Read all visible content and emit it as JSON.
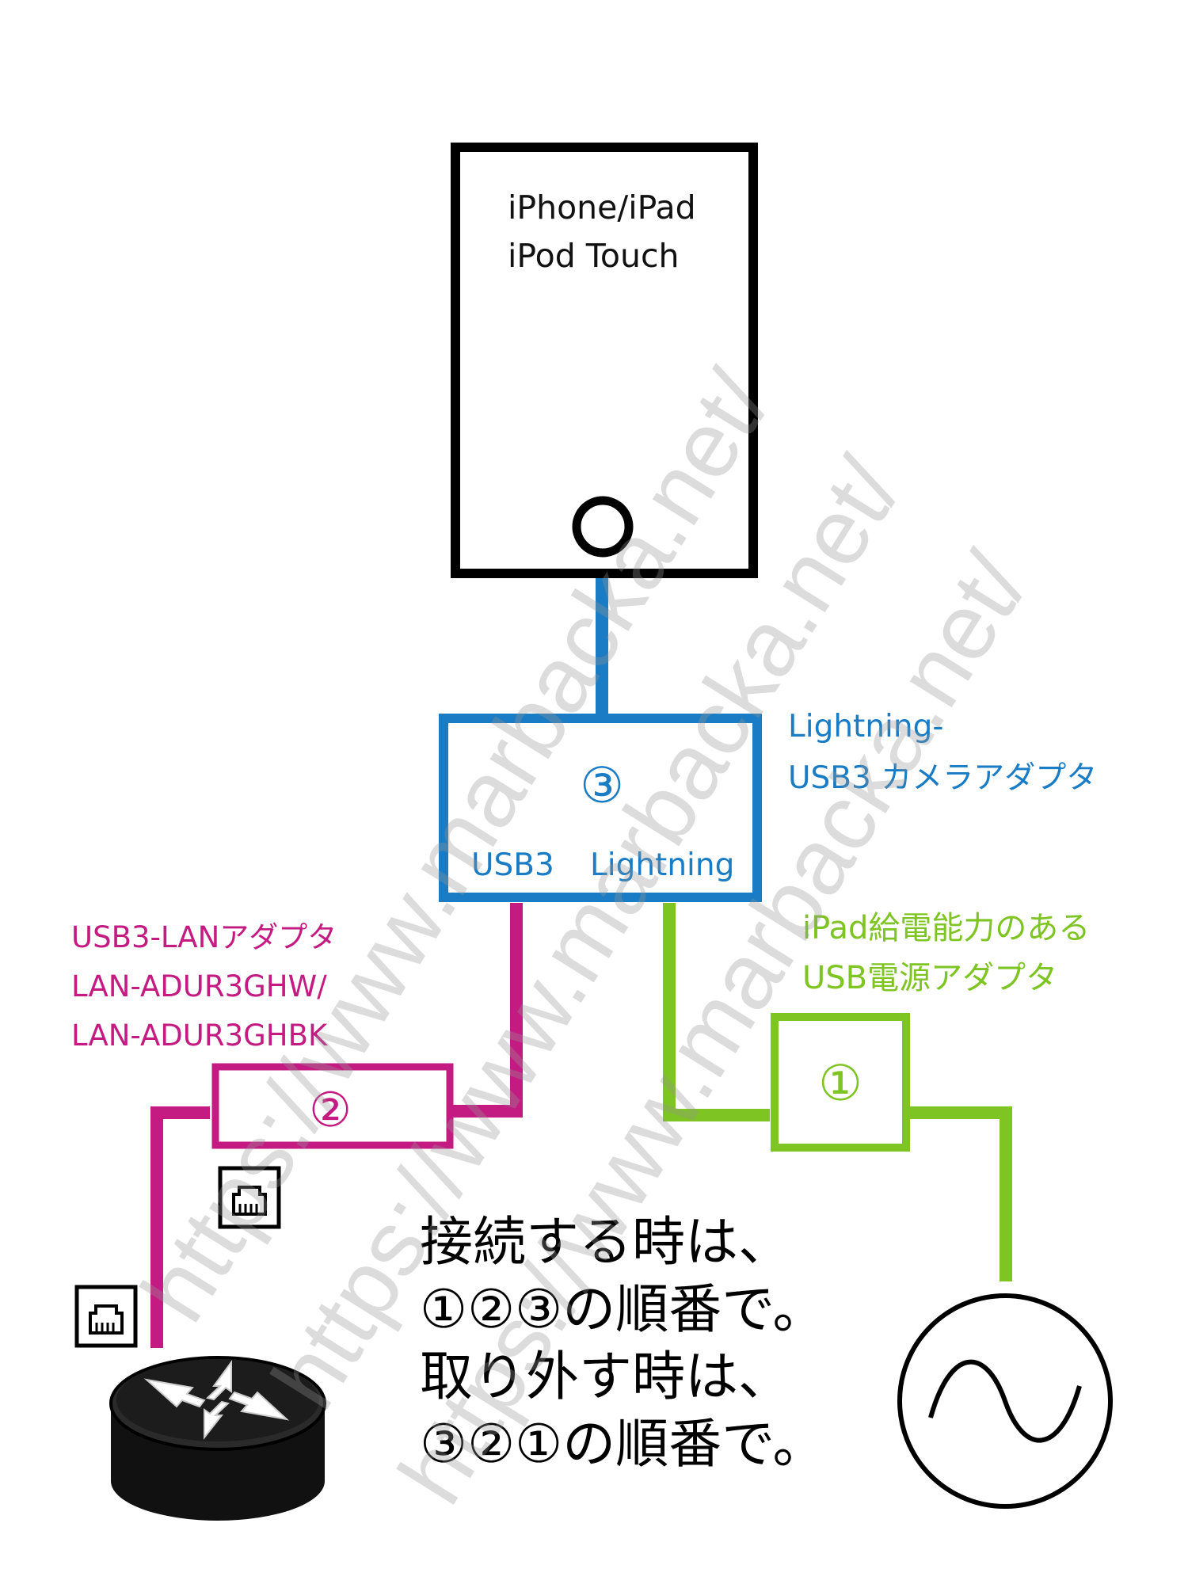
{
  "colors": {
    "device": "#000000",
    "camera_adapter": "#1a7cc4",
    "lan_adapter": "#c41b82",
    "power_adapter": "#7ec422",
    "watermark": "#d9d9d9"
  },
  "device": {
    "line1": "iPhone/iPad",
    "line2": "iPod Touch"
  },
  "camera_adapter": {
    "number": "③",
    "port_usb": "USB3",
    "port_lightning": "Lightning",
    "label_line1": "Lightning-",
    "label_line2": "USB3 カメラアダプタ"
  },
  "lan_adapter": {
    "number": "②",
    "label_line1": "USB3-LANアダプタ",
    "label_line2": "LAN-ADUR3GHW/",
    "label_line3": "LAN-ADUR3GHBK"
  },
  "power_adapter": {
    "number": "①",
    "label_line1": "iPad給電能力のある",
    "label_line2": "USB電源アダプタ"
  },
  "instructions": {
    "line1": "接続する時は、",
    "line2": "①②③の順番で。",
    "line3": "取り外す時は、",
    "line4": "③②①の順番で。"
  },
  "icons": {
    "router": "router-icon",
    "ethernet_port": "ethernet-port-icon",
    "ac_power": "ac-power-icon",
    "home_button": "home-button-icon"
  },
  "watermark": {
    "text": "https://www.marbacka.net/"
  }
}
